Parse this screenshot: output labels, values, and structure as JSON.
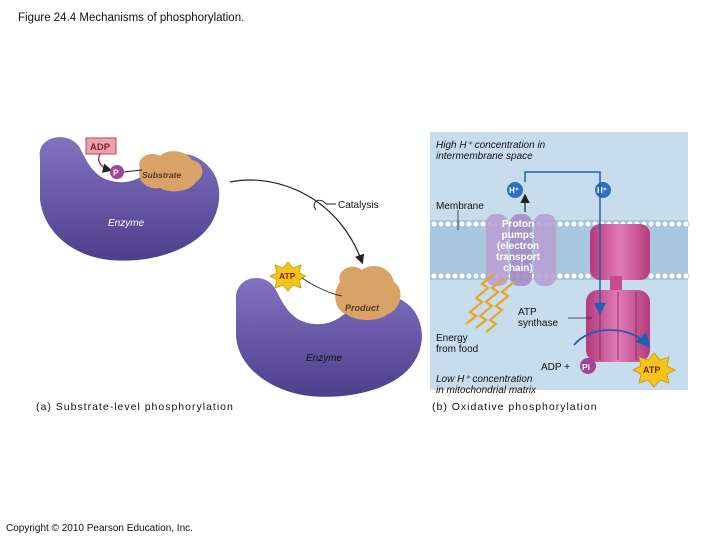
{
  "figure_title": "Figure 24.4 Mechanisms of phosphorylation.",
  "copyright": "Copyright © 2010 Pearson Education, Inc.",
  "panel_a": {
    "caption": "(a) Substrate-level phosphorylation",
    "adp": "ADP",
    "p": "P",
    "substrate": "Substrate",
    "enzyme_top": "Enzyme",
    "catalysis": "Catalysis",
    "atp": "ATP",
    "product": "Product",
    "enzyme_bottom": "Enzyme"
  },
  "panel_b": {
    "caption": "(b) Oxidative phosphorylation",
    "high_h_line1": "High H⁺ concentration in",
    "high_h_line2": "intermembrane space",
    "membrane": "Membrane",
    "h_plus": "H⁺",
    "proton_pumps_lines": [
      "Proton",
      "pumps",
      "(electron",
      "transport",
      "chain)"
    ],
    "atp_synthase_lines": [
      "ATP",
      "synthase"
    ],
    "energy_lines": [
      "Energy",
      "from food"
    ],
    "adp_plus": "ADP +",
    "pi": "Pi",
    "atp": "ATP",
    "low_h_line1": "Low H⁺ concentration",
    "low_h_line2": "in mitochondrial matrix"
  },
  "colors": {
    "enzyme": "#6b5aa8",
    "substrate": "#d9a266",
    "atp_star": "#f5c518",
    "adp_box": "#e9a3ad",
    "phosphate": "#a04596",
    "membrane_bg": "#a9c8df",
    "synthase": "#d25a9c",
    "arrow_blue": "#1f5fb4"
  }
}
